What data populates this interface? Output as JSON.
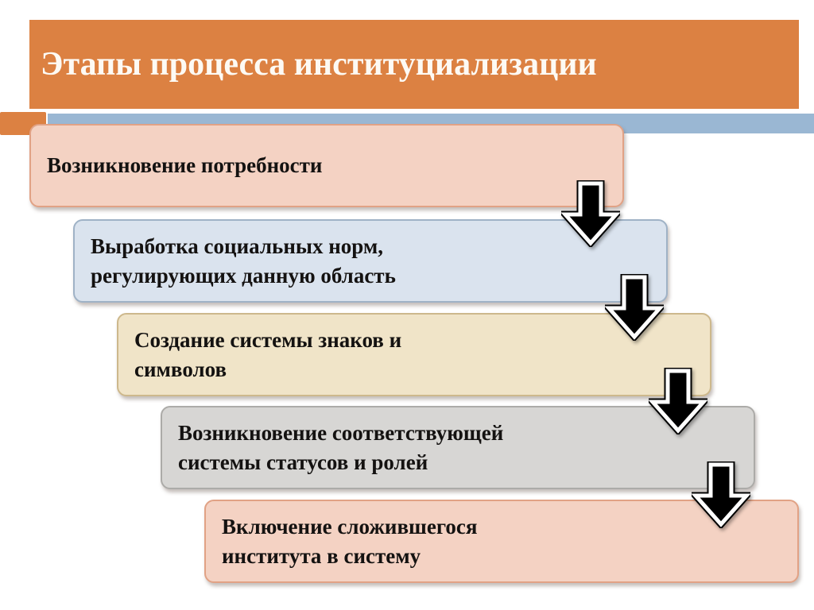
{
  "slide": {
    "title": "Этапы процесса институциализации",
    "colors": {
      "title_bar": "#DC8142",
      "title_text": "#FDFAF4",
      "accent_stripe": "#9AB7D3",
      "accent_tab": "#DC8142",
      "box_text": "#141211",
      "arrow_fill": "#000000",
      "arrow_outline": "#FFFFFF"
    },
    "steps": [
      {
        "text": "Возникновение потребности",
        "fill": "#F4D2C3",
        "border": "#E1A285"
      },
      {
        "text": "Выработка социальных норм,\nрегулирующих данную область",
        "fill": "#DAE3EE",
        "border": "#9FB2C6"
      },
      {
        "text": "Создание системы знаков и\nсимволов",
        "fill": "#F0E4C8",
        "border": "#CDB88C"
      },
      {
        "text": "Возникновение соответствующей\nсистемы статусов и ролей",
        "fill": "#D7D6D4",
        "border": "#ACABA8"
      },
      {
        "text": "Включение сложившегося\nинститута в систему",
        "fill": "#F4D2C3",
        "border": "#E1A285"
      }
    ]
  }
}
